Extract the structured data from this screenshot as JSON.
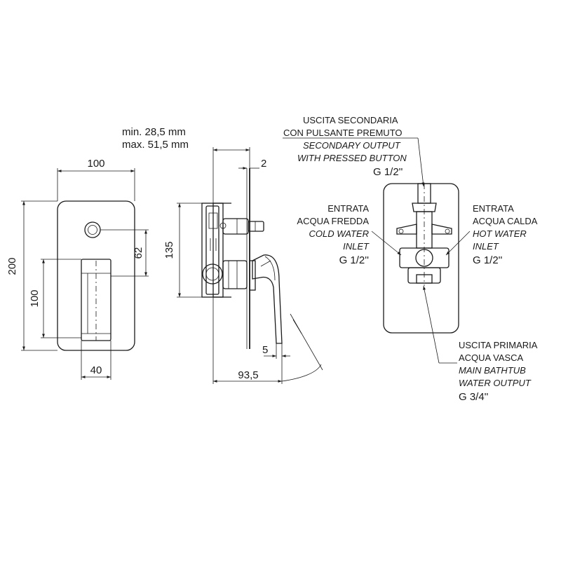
{
  "front_view": {
    "dim_width": "100",
    "dim_height": "200",
    "dim_button_offset": "62",
    "dim_lever_height": "100",
    "dim_lever_width": "40"
  },
  "side_view": {
    "depth_min": "min. 28,5 mm",
    "depth_max": "max. 51,5 mm",
    "dim_plate": "2",
    "dim_body": "135",
    "dim_gap": "5",
    "dim_projection": "93,5"
  },
  "connections": {
    "secondary_outlet": {
      "it_line1": "USCITA SECONDARIA",
      "it_line2": "CON PULSANTE PREMUTO",
      "en_line1": "SECONDARY OUTPUT",
      "en_line2": "WITH PRESSED BUTTON",
      "thread": "G 1/2''"
    },
    "cold_inlet": {
      "it_line1": "ENTRATA",
      "it_line2": "ACQUA FREDDA",
      "en_line1": "COLD WATER",
      "en_line2": "INLET",
      "thread": "G 1/2''"
    },
    "hot_inlet": {
      "it_line1": "ENTRATA",
      "it_line2": "ACQUA CALDA",
      "en_line1": "HOT WATER",
      "en_line2": "INLET",
      "thread": "G 1/2''"
    },
    "main_outlet": {
      "it_line1": "USCITA PRIMARIA",
      "it_line2": "ACQUA VASCA",
      "en_line1": "MAIN BATHTUB",
      "en_line2": "WATER OUTPUT",
      "thread": "G 3/4''"
    }
  }
}
